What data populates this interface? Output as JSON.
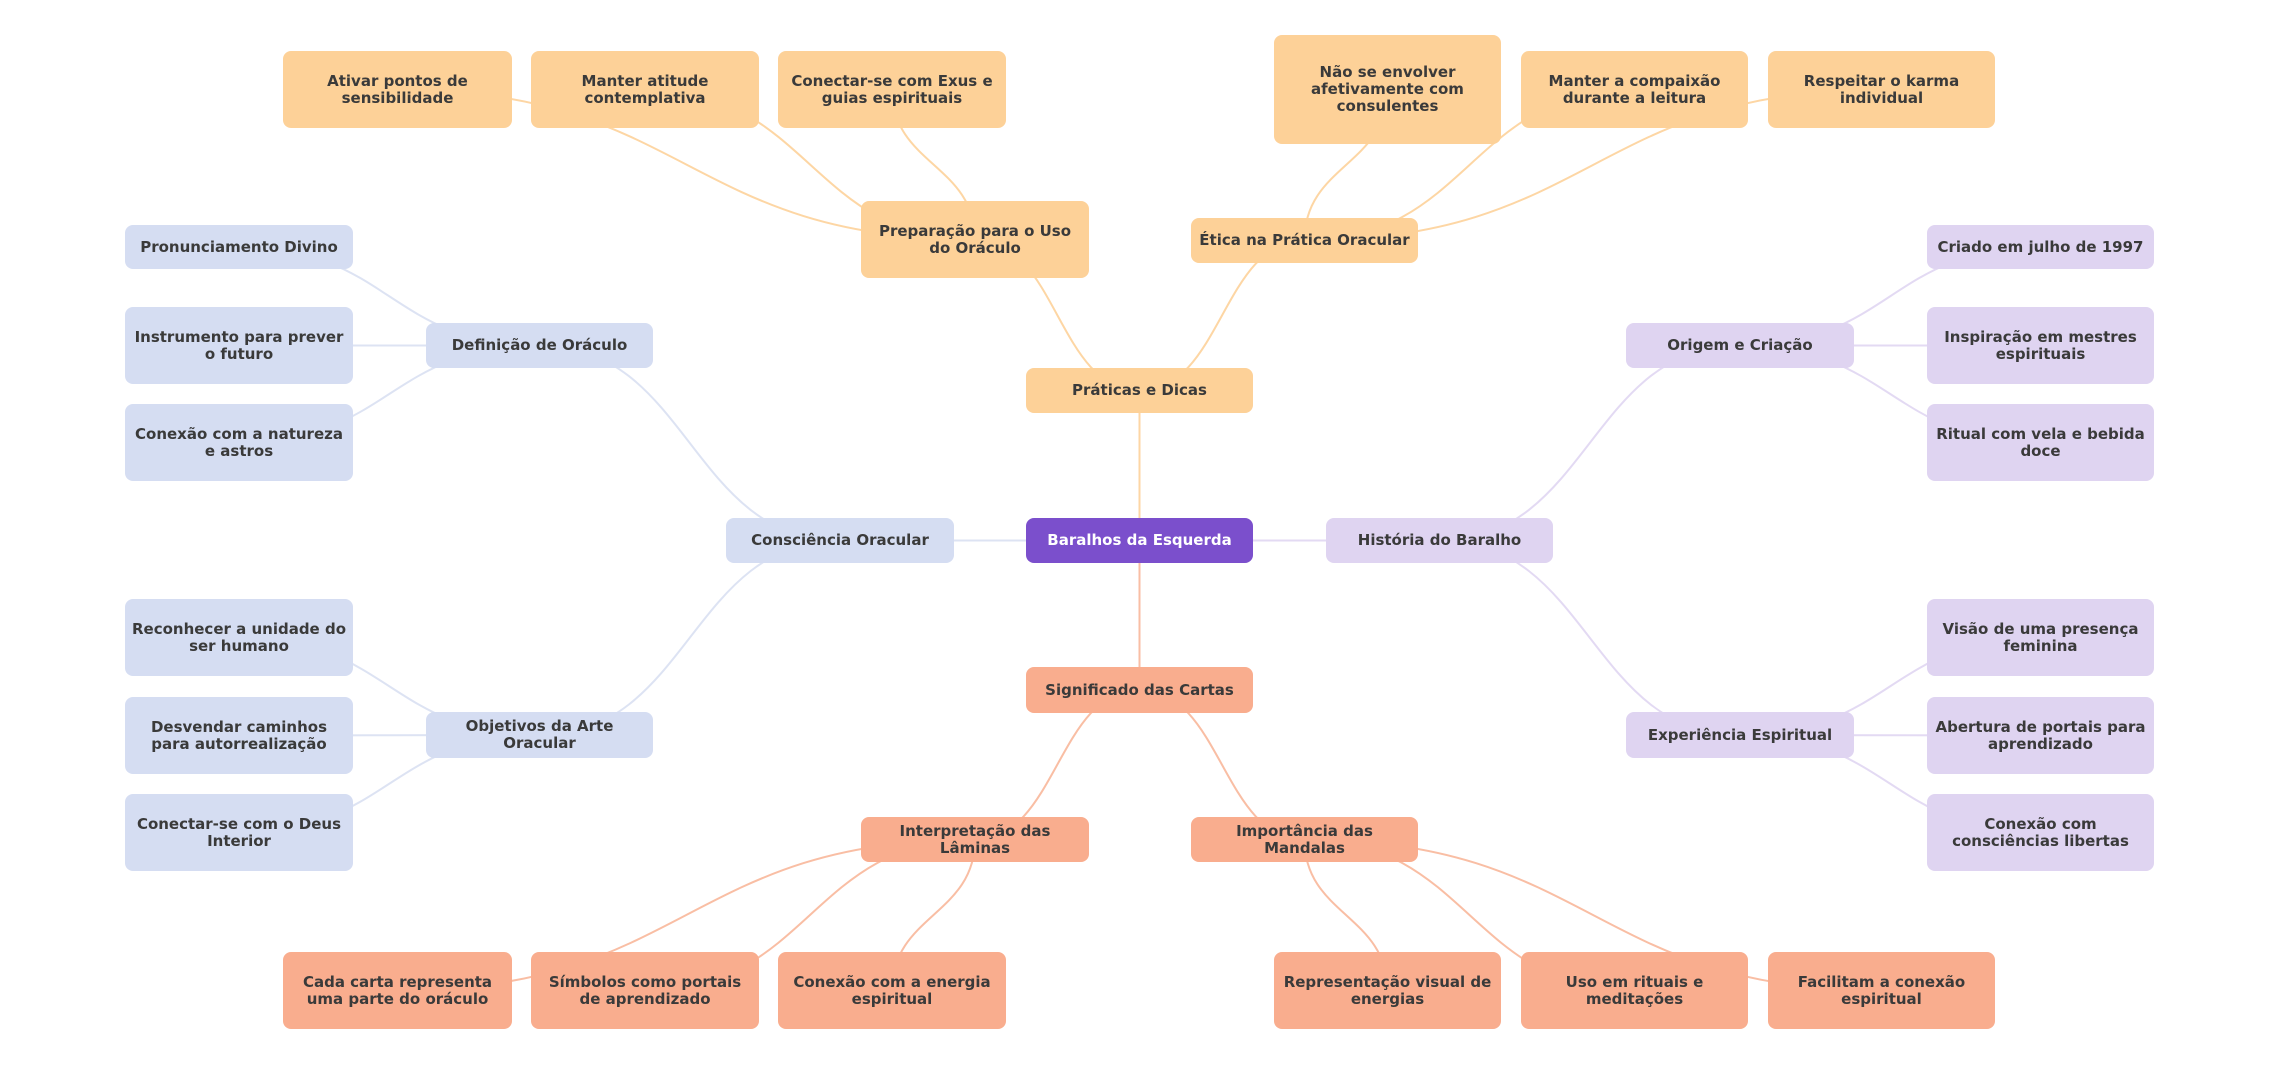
{
  "colors": {
    "root": "#7b4fcc",
    "practices": "#fdd198",
    "practices_edge": "#fdd6a4",
    "meaning": "#f9ad8e",
    "meaning_edge": "#f9bea4",
    "awareness": "#d5ddf2",
    "awareness_edge": "#dde3f3",
    "history": "#dfd4f1",
    "history_edge": "#e3daf3"
  },
  "mindmap": {
    "root": {
      "id": "root",
      "label": "Baralhos da Esquerda"
    },
    "nodes": [
      {
        "id": "praticas",
        "label": "Práticas e Dicas",
        "parent": "root",
        "branch": "practices"
      },
      {
        "id": "preparacao",
        "label": "Preparação para o Uso do Oráculo",
        "parent": "praticas",
        "branch": "practices"
      },
      {
        "id": "etica",
        "label": "Ética na Prática Oracular",
        "parent": "praticas",
        "branch": "practices"
      },
      {
        "id": "ativar",
        "label": "Ativar pontos de sensibilidade",
        "parent": "preparacao",
        "branch": "practices"
      },
      {
        "id": "manter-atitude",
        "label": "Manter atitude contemplativa",
        "parent": "preparacao",
        "branch": "practices"
      },
      {
        "id": "conectar-exus",
        "label": "Conectar-se com Exus e guias espirituais",
        "parent": "preparacao",
        "branch": "practices"
      },
      {
        "id": "nao-envolver",
        "label": "Não se envolver afetivamente com consulentes",
        "parent": "etica",
        "branch": "practices"
      },
      {
        "id": "compaixao",
        "label": "Manter a compaixão durante a leitura",
        "parent": "etica",
        "branch": "practices"
      },
      {
        "id": "karma",
        "label": "Respeitar o karma individual",
        "parent": "etica",
        "branch": "practices"
      },
      {
        "id": "consciencia",
        "label": "Consciência Oracular",
        "parent": "root",
        "branch": "awareness"
      },
      {
        "id": "definicao",
        "label": "Definição de Oráculo",
        "parent": "consciencia",
        "branch": "awareness"
      },
      {
        "id": "objetivos",
        "label": "Objetivos da Arte Oracular",
        "parent": "consciencia",
        "branch": "awareness"
      },
      {
        "id": "pronunciamento",
        "label": "Pronunciamento Divino",
        "parent": "definicao",
        "branch": "awareness"
      },
      {
        "id": "instrumento",
        "label": "Instrumento para prever o futuro",
        "parent": "definicao",
        "branch": "awareness"
      },
      {
        "id": "natureza",
        "label": "Conexão com a natureza e astros",
        "parent": "definicao",
        "branch": "awareness"
      },
      {
        "id": "unidade",
        "label": "Reconhecer a unidade do ser humano",
        "parent": "objetivos",
        "branch": "awareness"
      },
      {
        "id": "caminhos",
        "label": "Desvendar caminhos para autorrealização",
        "parent": "objetivos",
        "branch": "awareness"
      },
      {
        "id": "deus-interior",
        "label": "Conectar-se com o Deus Interior",
        "parent": "objetivos",
        "branch": "awareness"
      },
      {
        "id": "historia",
        "label": "História do Baralho",
        "parent": "root",
        "branch": "history"
      },
      {
        "id": "origem",
        "label": "Origem e Criação",
        "parent": "historia",
        "branch": "history"
      },
      {
        "id": "experiencia",
        "label": "Experiência Espiritual",
        "parent": "historia",
        "branch": "history"
      },
      {
        "id": "criado",
        "label": "Criado em julho de 1997",
        "parent": "origem",
        "branch": "history"
      },
      {
        "id": "inspiracao",
        "label": "Inspiração em mestres espirituais",
        "parent": "origem",
        "branch": "history"
      },
      {
        "id": "ritual",
        "label": "Ritual com vela e bebida doce",
        "parent": "origem",
        "branch": "history"
      },
      {
        "id": "presenca",
        "label": "Visão de uma presença feminina",
        "parent": "experiencia",
        "branch": "history"
      },
      {
        "id": "portais",
        "label": "Abertura de portais para aprendizado",
        "parent": "experiencia",
        "branch": "history"
      },
      {
        "id": "consciencias",
        "label": "Conexão com consciências libertas",
        "parent": "experiencia",
        "branch": "history"
      },
      {
        "id": "significado",
        "label": "Significado das Cartas",
        "parent": "root",
        "branch": "meaning"
      },
      {
        "id": "interpretacao",
        "label": "Interpretação das Lâminas",
        "parent": "significado",
        "branch": "meaning"
      },
      {
        "id": "mandalas",
        "label": "Importância das Mandalas",
        "parent": "significado",
        "branch": "meaning"
      },
      {
        "id": "cada-carta",
        "label": "Cada carta representa uma parte do oráculo",
        "parent": "interpretacao",
        "branch": "meaning"
      },
      {
        "id": "simbolos",
        "label": "Símbolos como portais de aprendizado",
        "parent": "interpretacao",
        "branch": "meaning"
      },
      {
        "id": "energia",
        "label": "Conexão com a energia espiritual",
        "parent": "interpretacao",
        "branch": "meaning"
      },
      {
        "id": "representacao",
        "label": "Representação visual de energias",
        "parent": "mandalas",
        "branch": "meaning"
      },
      {
        "id": "rituais",
        "label": "Uso em rituais e meditações",
        "parent": "mandalas",
        "branch": "meaning"
      },
      {
        "id": "facilitam",
        "label": "Facilitam a conexão espiritual",
        "parent": "mandalas",
        "branch": "meaning"
      }
    ]
  }
}
